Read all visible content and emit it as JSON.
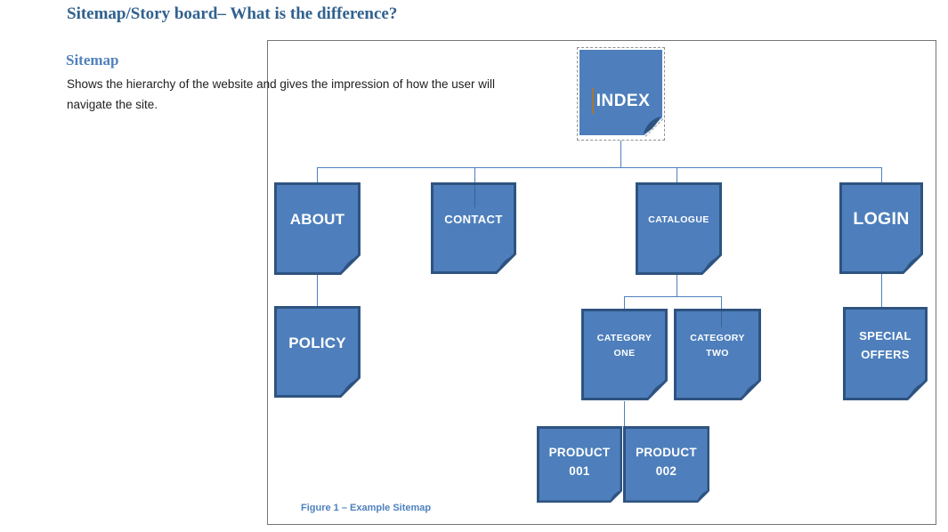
{
  "page": {
    "title": "Sitemap/Story board– What is the difference?",
    "section_heading": "Sitemap",
    "body_text": "Shows the hierarchy of the website and gives the impression of how the user will navigate the site.",
    "figure_caption": "Figure 1 – Example Sitemap"
  },
  "colors": {
    "title_text": "#31618f",
    "section_heading_text": "#4f81bd",
    "note_fill": "#4e7fbc",
    "note_border": "#2e5380",
    "connector": "#4f81bd",
    "frame_border": "#757575",
    "caption_text": "#4f81bd",
    "text_cursor": "#a9752f",
    "label_text": "#ffffff"
  },
  "sitemap": {
    "nodes": {
      "index": {
        "label": "INDEX"
      },
      "about": {
        "label": "ABOUT"
      },
      "contact": {
        "label": "CONTACT"
      },
      "catalogue": {
        "label": "CATALOGUE"
      },
      "login": {
        "label": "LOGIN"
      },
      "policy": {
        "label": "POLICY"
      },
      "category_one": {
        "line1": "CATEGORY",
        "line2": "ONE"
      },
      "category_two": {
        "line1": "CATEGORY",
        "line2": "TWO"
      },
      "special_offers": {
        "line1": "SPECIAL",
        "line2": "OFFERS"
      },
      "product_001": {
        "line1": "PRODUCT",
        "line2": "001"
      },
      "product_002": {
        "line1": "PRODUCT",
        "line2": "002"
      }
    },
    "edges": [
      [
        "index",
        "about"
      ],
      [
        "index",
        "contact"
      ],
      [
        "index",
        "catalogue"
      ],
      [
        "index",
        "login"
      ],
      [
        "about",
        "policy"
      ],
      [
        "catalogue",
        "category_one"
      ],
      [
        "catalogue",
        "category_two"
      ],
      [
        "login",
        "special_offers"
      ],
      [
        "category_one",
        "product_001"
      ],
      [
        "category_one",
        "product_002"
      ]
    ]
  }
}
